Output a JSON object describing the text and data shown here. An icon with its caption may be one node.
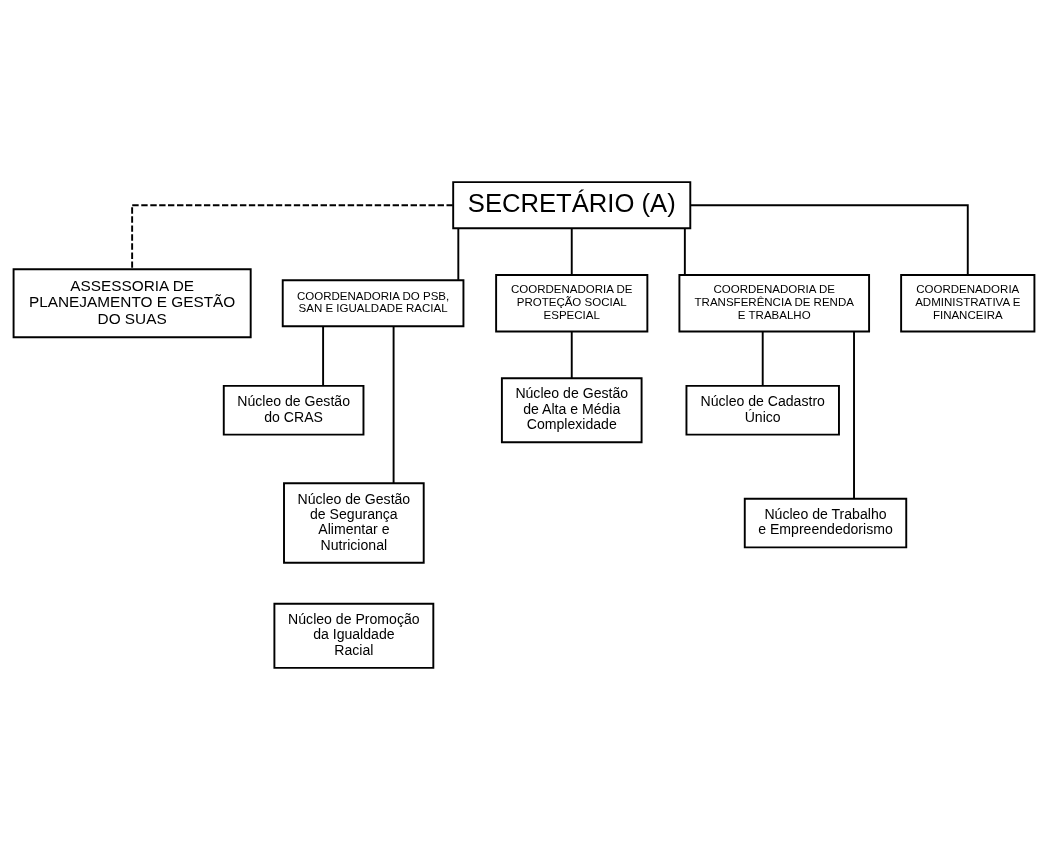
{
  "diagram": {
    "nodes": [
      {
        "text": [
          "SECRETÁRIO (A)"
        ]
      },
      {
        "text": [
          "ASSESSORIA DE PLANEJAMENTO E GESTÃO DO SUAS"
        ]
      },
      {
        "text": [
          "COORDENADORIA DO PSB, SAN E IGUALDADE RACIAL"
        ]
      },
      {
        "text": [
          "COORDENADORIA DE PROTEÇÃO SOCIAL ESPECIAL"
        ]
      },
      {
        "text": [
          "COORDENADORIA DE TRANSFERÊNCIA DE RENDA E TRABALHO"
        ]
      },
      {
        "text": [
          "COORDENADORIA ADMINISTRATIVA E FINANCEIRA"
        ]
      },
      {
        "text": [
          "Núcleo de Gestão do CRAS"
        ]
      },
      {
        "text": [
          "Núcleo de Gestão de Alta e Média Complexidade"
        ]
      },
      {
        "text": [
          "Núcleo de Cadastro Único"
        ]
      },
      {
        "text": [
          "Núcleo de Gestão de Segurança Alimentar e Nutricional"
        ]
      },
      {
        "text": [
          "Núcleo de Trabalho e Empreendedorismo"
        ]
      },
      {
        "text": [
          "Núcleo de Promoção da Igualdade Racial"
        ]
      }
    ],
    "edges": [
      {
        "from": 0,
        "to": 1,
        "arrow": "none",
        "style": "dashed"
      },
      {
        "from": 0,
        "to": 2,
        "arrow": "none"
      },
      {
        "from": 0,
        "to": 3,
        "arrow": "none"
      },
      {
        "from": 0,
        "to": 4,
        "arrow": "none"
      },
      {
        "from": 0,
        "to": 5,
        "arrow": "none"
      },
      {
        "from": 2,
        "to": 6,
        "arrow": "none"
      },
      {
        "from": 2,
        "to": 9,
        "arrow": "none"
      },
      {
        "from": 3,
        "to": 7,
        "arrow": "none"
      },
      {
        "from": 4,
        "to": 8,
        "arrow": "none"
      },
      {
        "from": 4,
        "to": 10,
        "arrow": "none"
      }
    ]
  }
}
